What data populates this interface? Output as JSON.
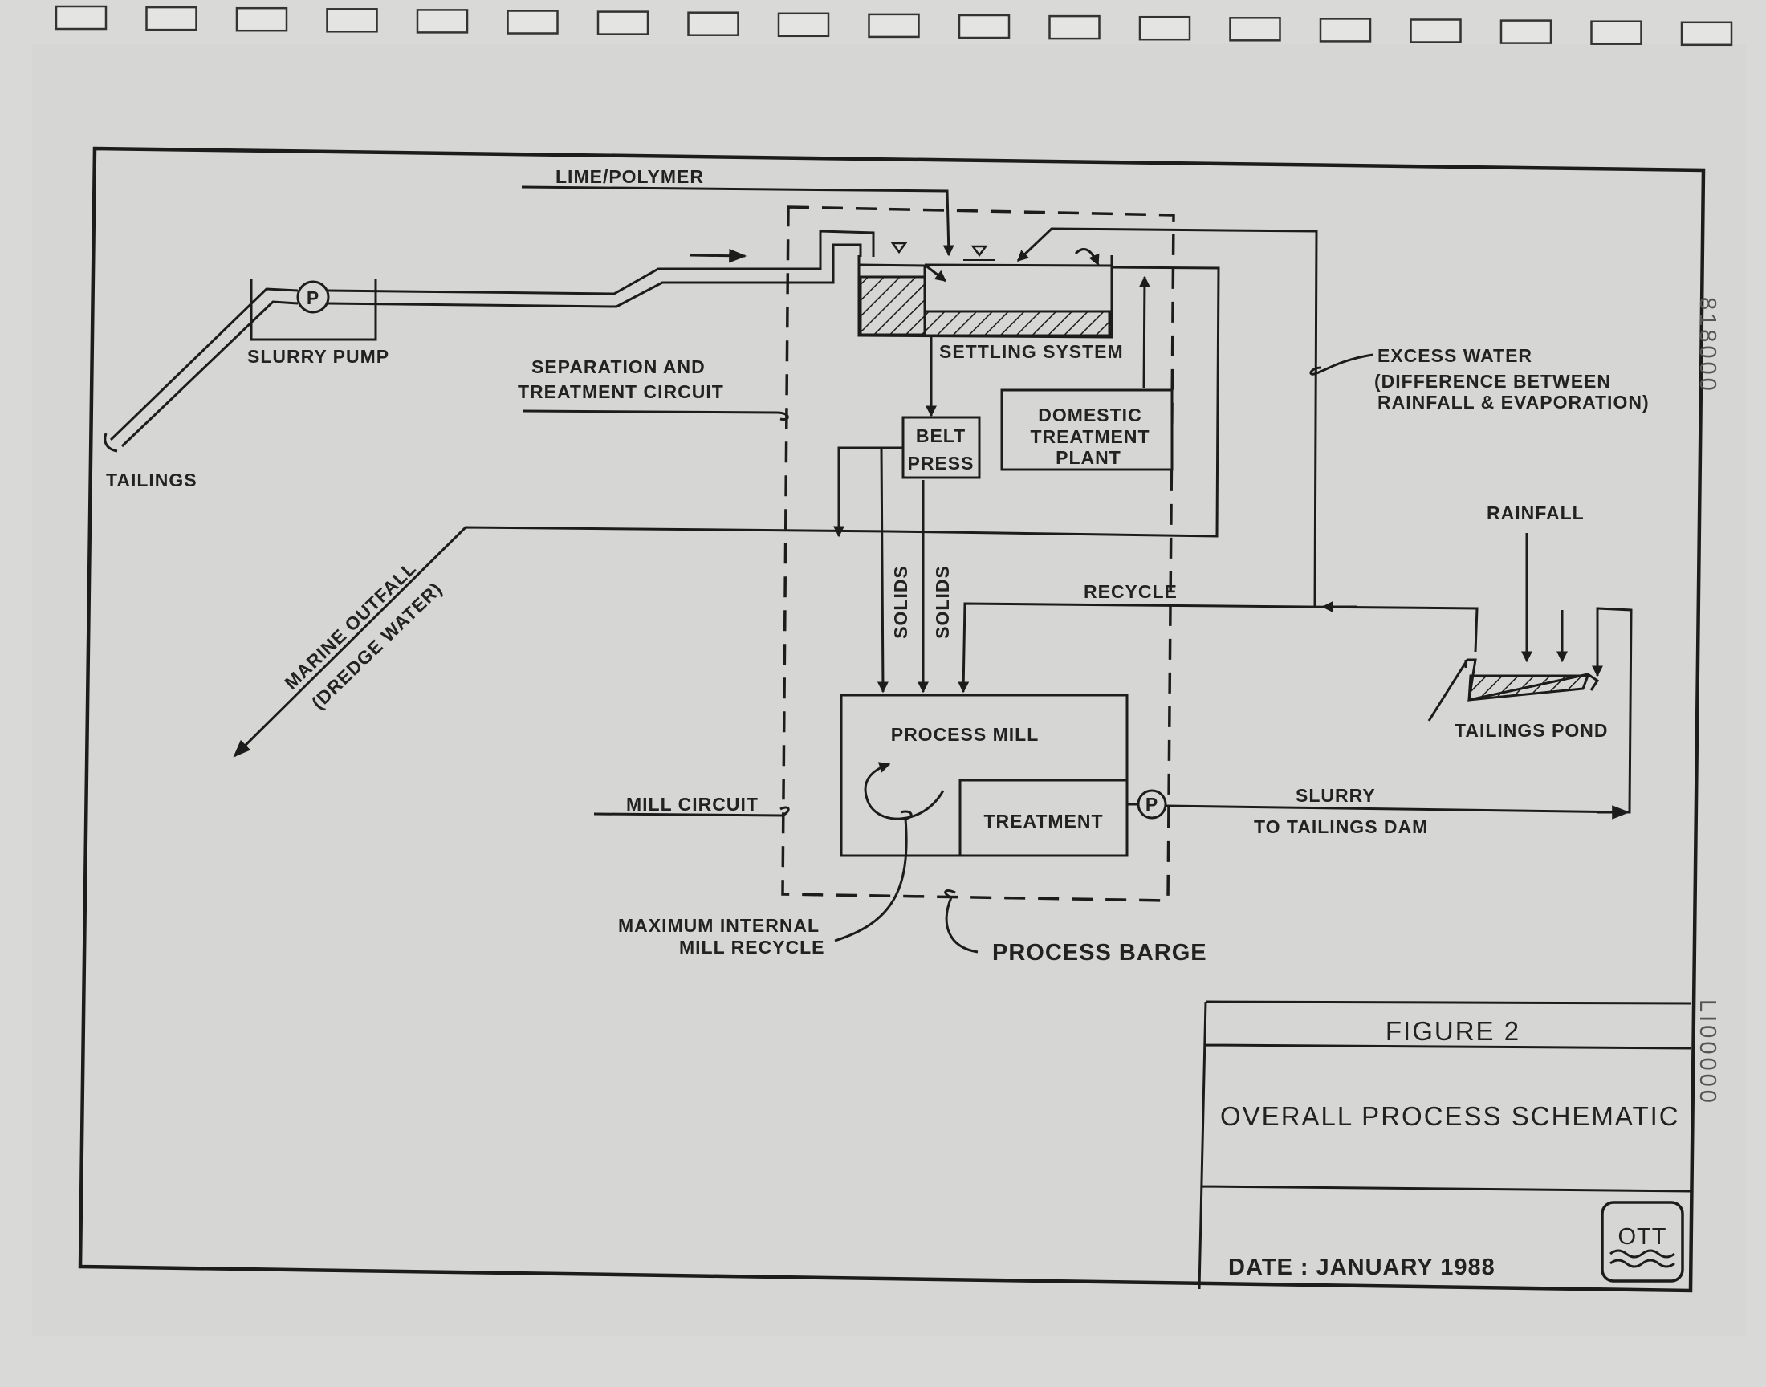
{
  "labels": {
    "lime_polymer": "LIME/POLYMER",
    "slurry_pump": "SLURRY PUMP",
    "pump_symbol": "P",
    "tailings": "TAILINGS",
    "separation_1": "SEPARATION AND",
    "separation_2": "TREATMENT CIRCUIT",
    "settling_system": "SETTLING SYSTEM",
    "belt_1": "BELT",
    "belt_2": "PRESS",
    "domestic_1": "DOMESTIC",
    "domestic_2": "TREATMENT",
    "domestic_3": "PLANT",
    "excess_1": "EXCESS WATER",
    "excess_2": "(DIFFERENCE BETWEEN",
    "excess_3": "RAINFALL & EVAPORATION)",
    "rainfall": "RAINFALL",
    "recycle": "RECYCLE",
    "solids": "SOLIDS",
    "marine_1": "MARINE OUTFALL",
    "marine_2": "(DREDGE WATER)",
    "process_mill": "PROCESS MILL",
    "treatment": "TREATMENT",
    "mill_circuit": "MILL CIRCUIT",
    "slurry": "SLURRY",
    "to_tailings_dam": "TO TAILINGS DAM",
    "tailings_pond": "TAILINGS POND",
    "max_recycle_1": "MAXIMUM INTERNAL",
    "max_recycle_2": "MILL RECYCLE",
    "process_barge": "PROCESS BARGE"
  },
  "title_block": {
    "figure": "FIGURE 2",
    "title": "OVERALL PROCESS SCHEMATIC",
    "date": "DATE : JANUARY 1988",
    "logo": "OTT"
  },
  "margin_codes": {
    "top_right": "818000",
    "bottom_right": "LI00000"
  }
}
